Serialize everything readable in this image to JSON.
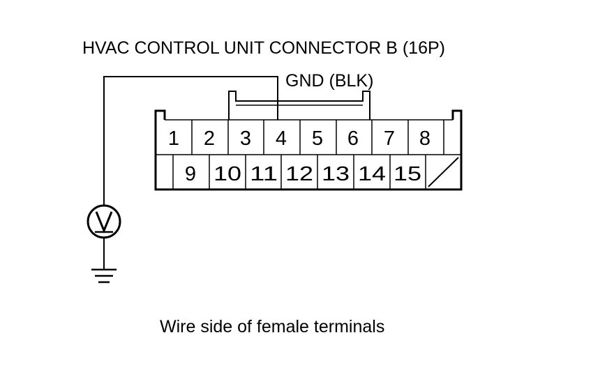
{
  "diagram": {
    "title": "HVAC CONTROL UNIT CONNECTOR B (16P)",
    "gnd_label": "GND (BLK)",
    "caption": "Wire side of female terminals",
    "connector": {
      "top_row": [
        "1",
        "2",
        "3",
        "4",
        "5",
        "6",
        "7",
        "8"
      ],
      "bottom_row": [
        "9",
        "10",
        "11",
        "12",
        "13",
        "14",
        "15"
      ]
    },
    "meter_symbol": "V"
  },
  "colors": {
    "line": "#000000",
    "background": "#ffffff"
  }
}
